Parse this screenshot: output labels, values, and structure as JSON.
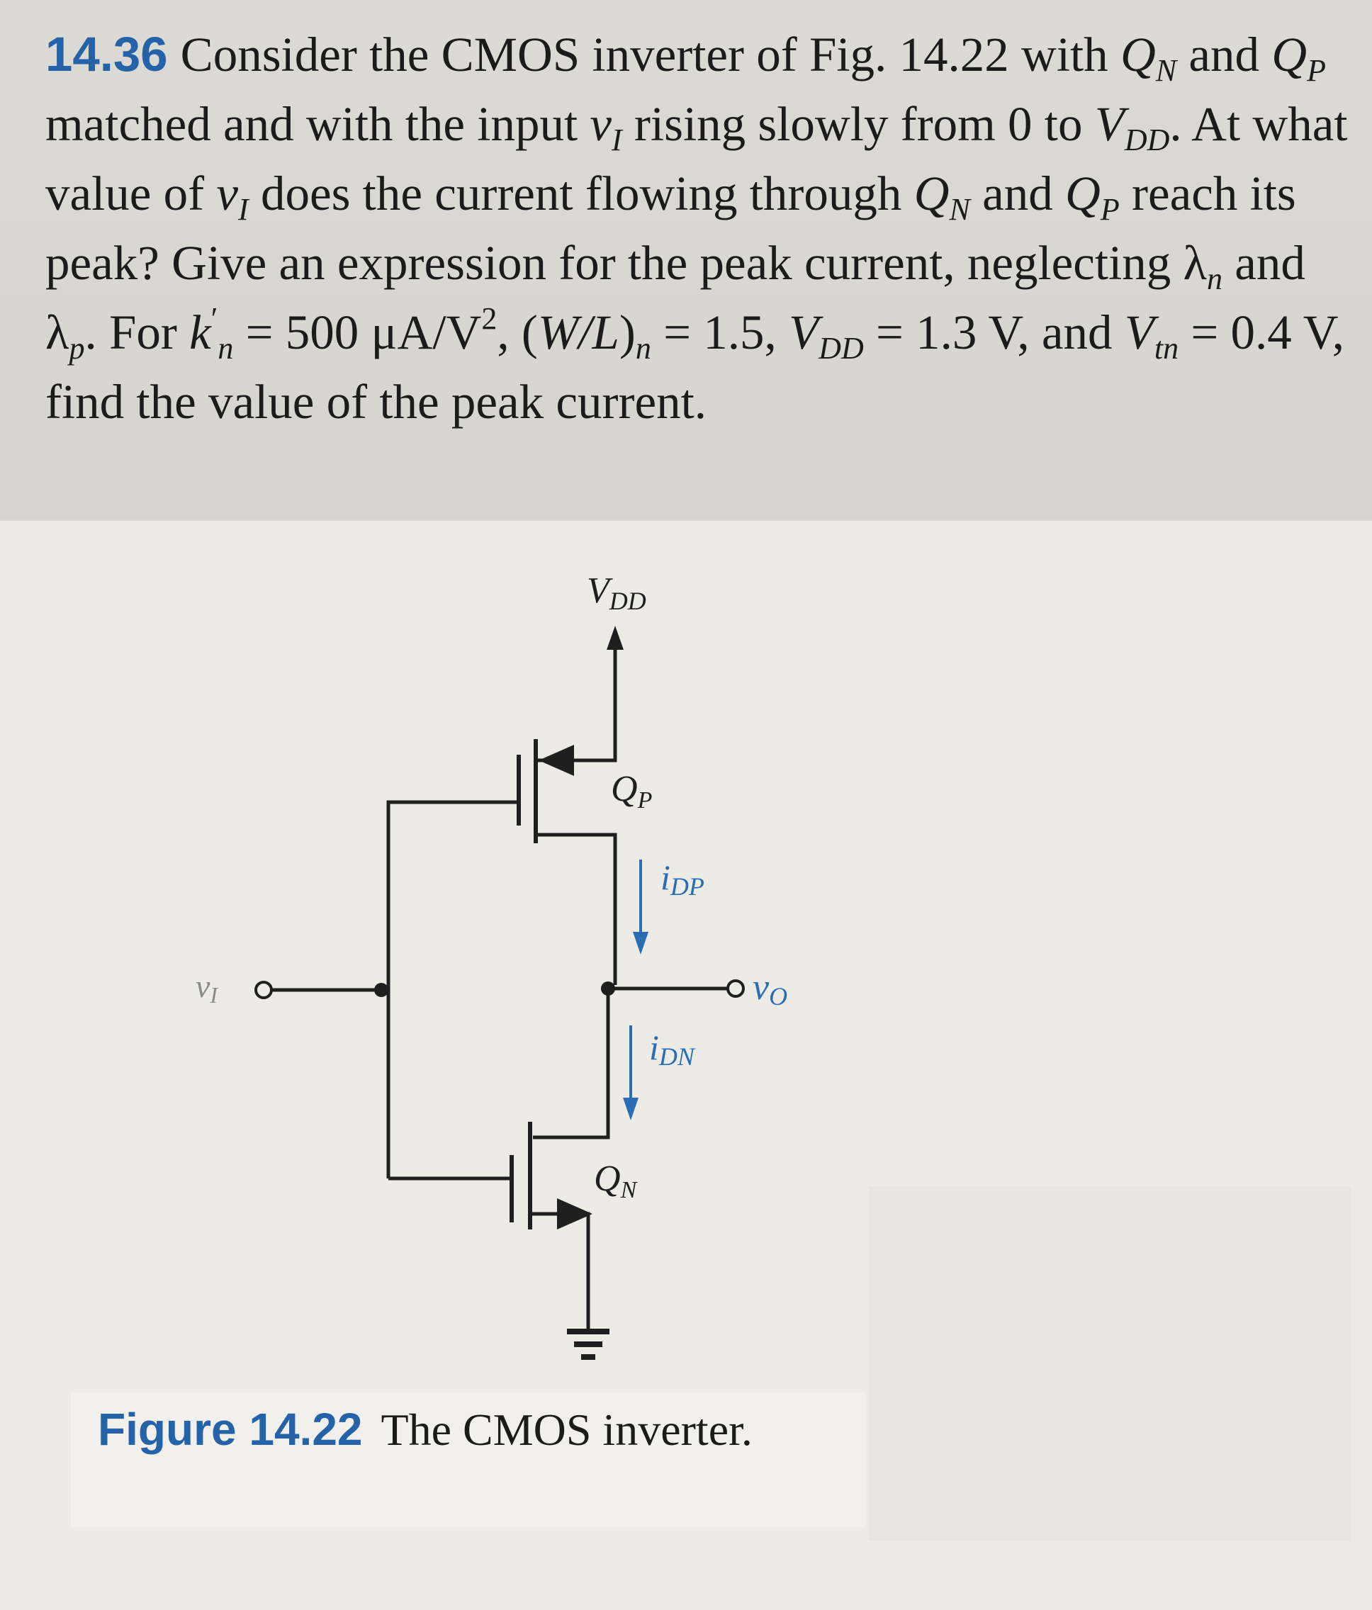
{
  "problem": {
    "number": "14.36",
    "text": {
      "p1": "Consider the CMOS inverter of Fig. 14.22 with ",
      "qn": "Q",
      "qn_sub": "N",
      "p2": " and ",
      "qp": "Q",
      "qp_sub": "P",
      "p3": " matched and with the input ",
      "vi": "v",
      "vi_sub": "I",
      "p4": " rising slowly from 0 to ",
      "vdd": "V",
      "vdd_sub": "DD",
      "p5": ". At what value of ",
      "vi2": "v",
      "vi2_sub": "I",
      "p6": " does the current flowing through ",
      "qn2": "Q",
      "qn2_sub": "N",
      "p7": " and ",
      "qp2": "Q",
      "qp2_sub": "P",
      "p8": " reach its peak? Give an expression for the peak current, neglecting ",
      "lam_n": "λ",
      "lam_n_sub": "n",
      "p9": " and ",
      "lam_p": "λ",
      "lam_p_sub": "p",
      "p10": ". For ",
      "kn": "k",
      "kn_prime": "′",
      "kn_sub": "n",
      "p11": " = 500 μA/V",
      "sq": "2",
      "p12": ", (",
      "wl": "W/L",
      "p13": ")",
      "wl_sub": "n",
      "p14": " = 1.5, ",
      "vdd2": "V",
      "vdd2_sub": "DD",
      "p15": " = 1.3 V, and ",
      "vtn": "V",
      "vtn_sub": "tn",
      "p16": " = 0.4 V, find the value of the peak current."
    }
  },
  "figure": {
    "labels": {
      "vdd": "V",
      "vdd_sub": "DD",
      "qp": "Q",
      "qp_sub": "P",
      "qn": "Q",
      "qn_sub": "N",
      "idp": "i",
      "idp_sub": "DP",
      "idn": "i",
      "idn_sub": "DN",
      "vi": "v",
      "vi_sub": "I",
      "vo": "v",
      "vo_sub": "O"
    },
    "caption_label": "Figure 14.22",
    "caption_text": "The CMOS inverter.",
    "colors": {
      "wire": "#1f1f1f",
      "current_arrow": "#2a6db5",
      "accent": "#2563a8"
    }
  }
}
